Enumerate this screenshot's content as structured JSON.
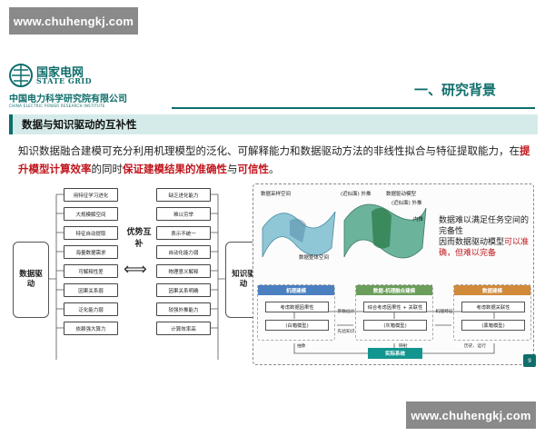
{
  "watermark": {
    "top": "www.chuhengkj.com",
    "bottom": "www.chuhengkj.com"
  },
  "header": {
    "logo_cn": "国家电网",
    "logo_en": "STATE GRID",
    "org_cn": "中国电力科学研究院有限公司",
    "org_en": "CHINA ELECTRIC POWER RESEARCH INSTITUTE",
    "section_title": "一、研究背景"
  },
  "subtitle": "数据与知识驱动的互补性",
  "body": {
    "p1": "知识数据融合建模可充分利用机理模型的泛化、可解释能力和数据驱动方法的非线性拟合与特征提取能力，在",
    "em1": "提升模型计算效率",
    "p2": "的同时",
    "em2": "保证建模结果的准确性",
    "p3": "与",
    "em3": "可信性",
    "p4": "。"
  },
  "left_diagram": {
    "data_label": "数据驱动",
    "knowledge_label": "知识驱动",
    "advantage_label": "优势互补",
    "arrow": "⟺",
    "data_items": [
      "用特征学习进化",
      "大规模解空间",
      "特征自动提取",
      "海量数据需求",
      "可解释性差",
      "因果关系弱",
      "泛化能力弱",
      "依赖强大算力"
    ],
    "knowledge_items": [
      "缺乏进化能力",
      "难以穷举",
      "表示不统一",
      "自动化能力弱",
      "物理意义解释",
      "因果关系明确",
      "较强外推能力",
      "计算效率高"
    ]
  },
  "right_diagram": {
    "data_sample_space": "数据采样空间",
    "data_overall_space": "数据整体空间",
    "approx_surface": "(近似面) 外推",
    "data_model": "数据驱动模型",
    "approx_face2": "(近似面) 外推",
    "inner": "内推",
    "mech_title": "机理建模",
    "fusion_title": "数据-机理融合建模",
    "data_title": "数据建模",
    "mech_in": "考虑数据因果性",
    "mech_out": "(白箱模型)",
    "fusion_in": "综合考虑因果性 + 关联性",
    "fusion_out": "(灰箱模型)",
    "data_in": "考虑数据关联性",
    "data_out": "(黑箱模型)",
    "param_est": "参数估计",
    "prior_know": "先验知识",
    "mech_data": "机理特征",
    "abstract": "抽象",
    "mapping": "映射",
    "history": "历史、运行",
    "real_system": "实际系统",
    "note_line1": "数据难以满足任务空间的完备性",
    "note_line2": "因而数据驱动模型",
    "note_red": "可以准确，但难以完备"
  },
  "page_number": "9",
  "colors": {
    "brand": "#0f6e6b",
    "accent_red": "#c0161d",
    "bar": "#d5ebe9",
    "mech": "#4a7fc0",
    "fusion": "#6a9e5a",
    "data": "#d08a3a"
  }
}
